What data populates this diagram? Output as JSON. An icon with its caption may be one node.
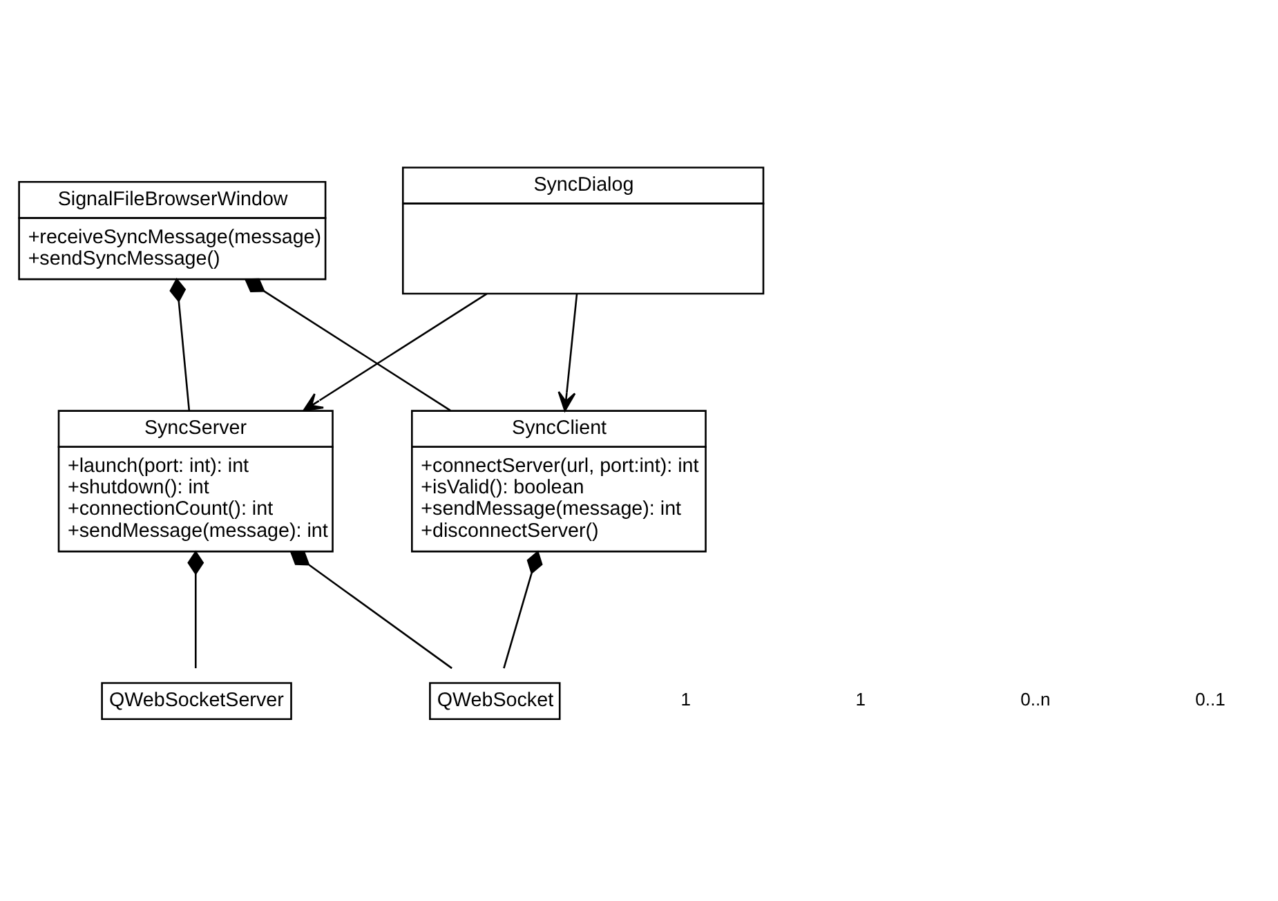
{
  "diagram": {
    "nodes": [
      {
        "text": [
          "SignalFileBrowserWindow",
          "+receiveSyncMessage(message)",
          "+sendSyncMessage()"
        ]
      },
      {
        "text": [
          "SyncDialog"
        ]
      },
      {
        "text": [
          "SyncServer",
          "+launch(port: int): int",
          "+shutdown(): int",
          "+connectionCount(): int",
          "+sendMessage(message): int"
        ]
      },
      {
        "text": [
          "SyncClient",
          "+connectServer(url, port:int): int",
          "+isValid(): boolean",
          "+sendMessage(message): int",
          "+disconnectServer()"
        ]
      },
      {
        "text": [
          "QWebSocketServer"
        ]
      },
      {
        "text": [
          "QWebSocket"
        ]
      }
    ],
    "edges": [
      {
        "from": 0,
        "to": 2,
        "arrow": "other"
      },
      {
        "from": 0,
        "to": 3,
        "arrow": "other"
      },
      {
        "from": 1,
        "to": 2,
        "arrow": "to"
      },
      {
        "from": 1,
        "to": 3,
        "arrow": "to"
      },
      {
        "from": 2,
        "to": 4,
        "arrow": "other"
      },
      {
        "from": 2,
        "to": 5,
        "arrow": "other"
      },
      {
        "from": 3,
        "to": 5,
        "arrow": "other"
      }
    ],
    "labels": [
      "1",
      "1",
      "0..n",
      "0..1"
    ]
  }
}
